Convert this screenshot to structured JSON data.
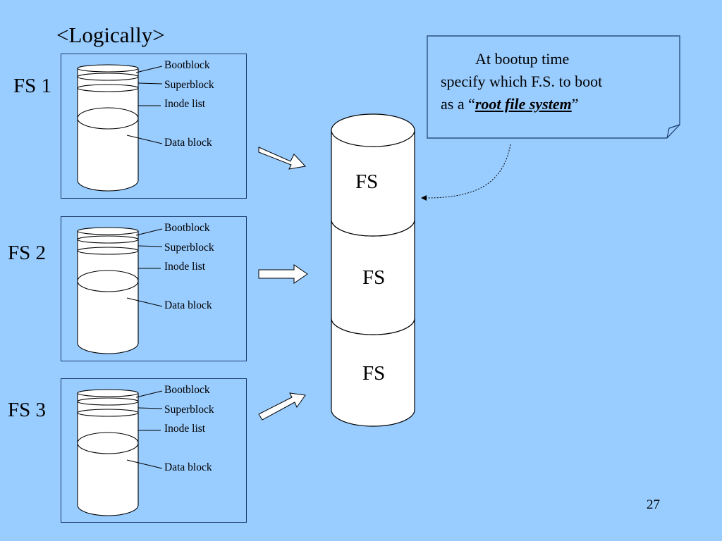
{
  "title": "<Logically>",
  "filesystems": [
    {
      "label": "FS 1",
      "parts": {
        "boot": "Bootblock",
        "super": "Superblock",
        "inode": "Inode list",
        "data": "Data block"
      }
    },
    {
      "label": "FS 2",
      "parts": {
        "boot": "Bootblock",
        "super": "Superblock",
        "inode": "Inode list",
        "data": "Data block"
      }
    },
    {
      "label": "FS 3",
      "parts": {
        "boot": "Bootblock",
        "super": "Superblock",
        "inode": "Inode list",
        "data": "Data block"
      }
    }
  ],
  "stack": {
    "segments": [
      "FS",
      "FS",
      "FS"
    ]
  },
  "note": {
    "line1": "At bootup time",
    "line2": "specify which F.S. to boot",
    "line3_prefix": "as a “",
    "line3_emphasis": "root file system",
    "line3_suffix": "”"
  },
  "page_number": "27",
  "colors": {
    "background": "#99ccff",
    "cylinder_fill": "#ffffff",
    "stroke": "#000000"
  }
}
